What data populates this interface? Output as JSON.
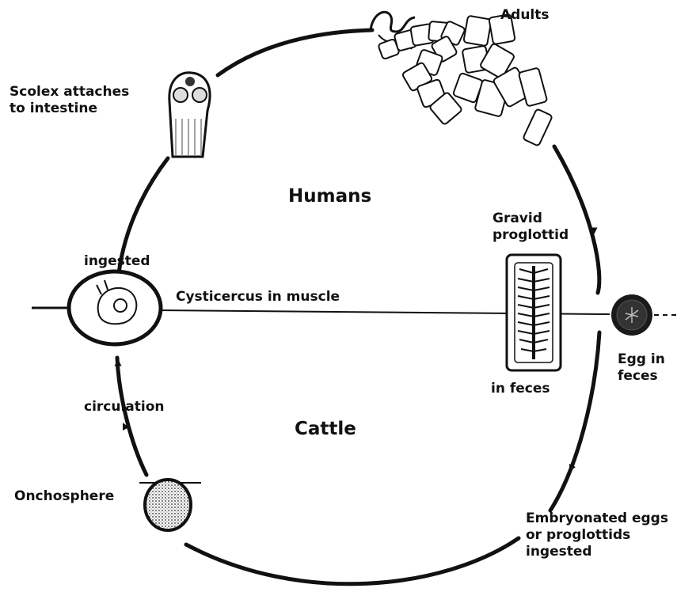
{
  "regions": {
    "upper": "Humans",
    "lower": "Cattle"
  },
  "labels": {
    "adults": "Adults",
    "scolex": "Scolex attaches\nto intestine",
    "gravid": "Gravid\nproglottid",
    "ingested": "ingested",
    "cysticercus": "Cysticercus in muscle",
    "egg": "Egg in\nfeces",
    "in_feces": "in feces",
    "circulation": "circulation",
    "onchosphere": "Onchosphere",
    "embryonated": "Embryonated eggs\nor proglottids\ningested"
  },
  "colors": {
    "ink": "#111111",
    "background": "#ffffff"
  },
  "icons": [
    "adult-tapeworm-icon",
    "scolex-icon",
    "gravid-proglottid-icon",
    "cysticercus-icon",
    "egg-icon",
    "onchosphere-icon"
  ]
}
